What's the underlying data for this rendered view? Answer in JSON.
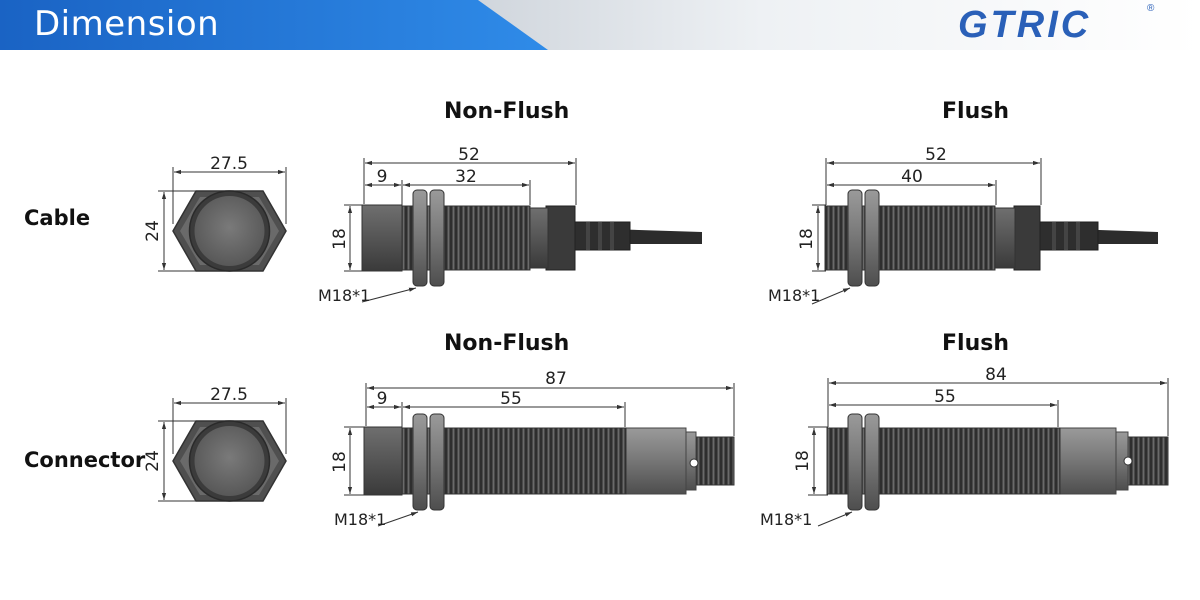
{
  "header": {
    "title": "Dimension",
    "logo": "GTRIC",
    "logo_mark": "®"
  },
  "columns": {
    "non_flush": "Non-Flush",
    "flush": "Flush"
  },
  "rows": {
    "cable": "Cable",
    "connector": "Connector"
  },
  "dims": {
    "hex_width": "27.5",
    "hex_height": "24",
    "diameter": "18",
    "thread": "M18*1",
    "cable_nonflush_total": "52",
    "cable_nonflush_offset": "9",
    "cable_nonflush_thread": "32",
    "cable_flush_total": "52",
    "cable_flush_thread": "40",
    "conn_nonflush_total": "87",
    "conn_nonflush_offset": "9",
    "conn_nonflush_thread": "55",
    "conn_flush_total": "84",
    "conn_flush_thread": "55"
  },
  "colors": {
    "brand": "#2a60b8",
    "header_blue": "#1e73d2"
  }
}
